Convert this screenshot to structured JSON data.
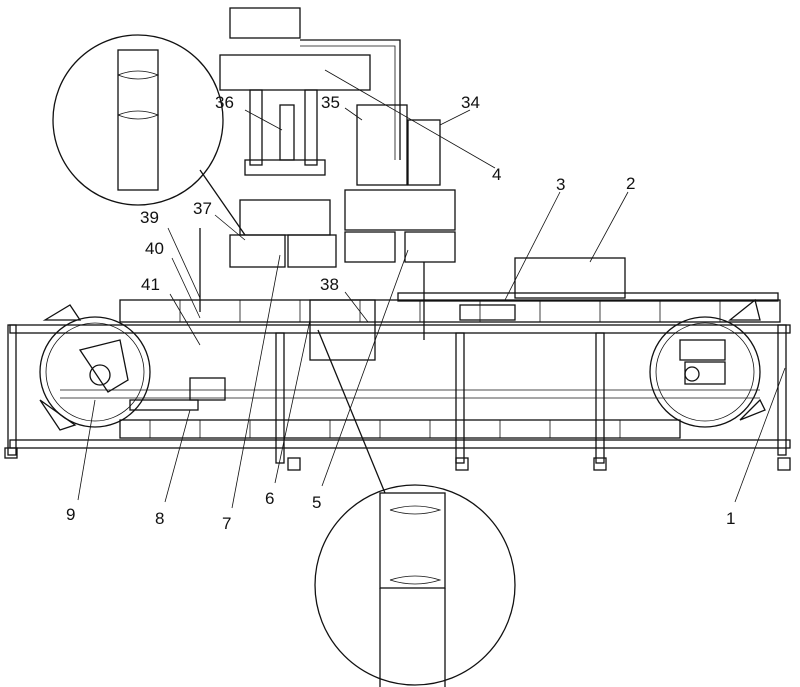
{
  "figure": {
    "labels": {
      "l1": "1",
      "l2": "2",
      "l3": "3",
      "l4": "4",
      "l5": "5",
      "l6": "6",
      "l7": "7",
      "l8": "8",
      "l9": "9",
      "l34": "34",
      "l35": "35",
      "l36": "36",
      "l37": "37",
      "l38": "38",
      "l39": "39",
      "l40": "40",
      "l41": "41"
    }
  }
}
